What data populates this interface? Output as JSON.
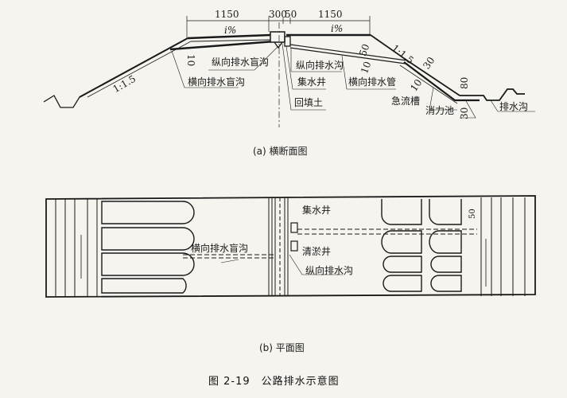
{
  "section_a": {
    "caption": "(a) 横断面图",
    "dimensions": [
      "1150",
      "300",
      "50",
      "1150"
    ],
    "slope_label": "i%",
    "side_slope": "1:1.5",
    "thickness_labels": [
      "10",
      "50",
      "10",
      "30",
      "10",
      "80",
      "30"
    ],
    "labels": {
      "longitudinal_blind_ditch": "纵向排水盲沟",
      "transverse_blind_ditch": "横向排水盲沟",
      "longitudinal_ditch": "纵向排水沟",
      "catch_basin": "集水井",
      "backfill": "回填土",
      "transverse_pipe": "横向排水管",
      "chute": "急流槽",
      "stilling_basin": "消力池",
      "drainage_ditch": "排水沟"
    }
  },
  "section_b": {
    "caption": "(b) 平面图",
    "labels": {
      "catch_basin": "集水井",
      "transverse_blind_ditch": "横向排水盲沟",
      "cleanout_well": "清淤井",
      "longitudinal_ditch": "纵向排水沟"
    },
    "dimension": "50"
  },
  "figure_caption": "图 2-19　公路排水示意图"
}
